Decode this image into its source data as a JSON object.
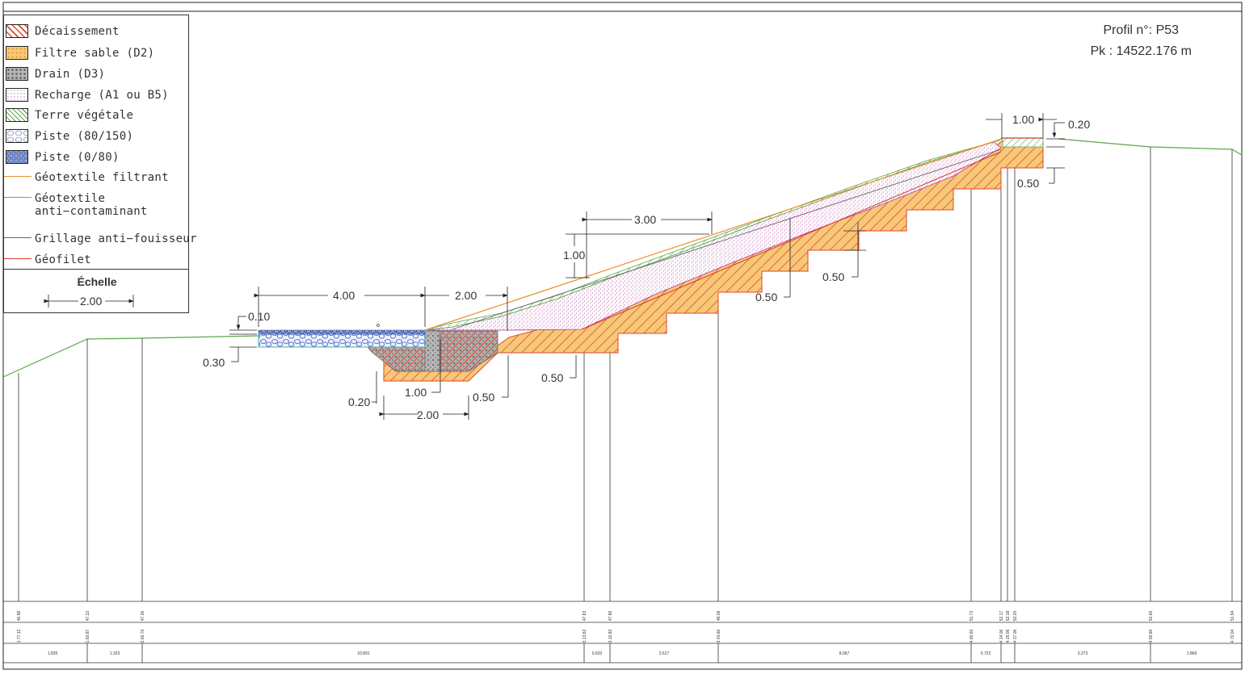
{
  "title": {
    "profil": "Profil n°: P53",
    "pk": "Pk : 14522.176 m"
  },
  "legend": {
    "items": [
      {
        "label": "Décaissement",
        "icon": "hatch-red-swatch",
        "kind": "swatch"
      },
      {
        "label": "Filtre sable (D2)",
        "icon": "sand-yellow-swatch",
        "kind": "swatch"
      },
      {
        "label": "Drain (D3)",
        "icon": "gravel-gray-swatch",
        "kind": "swatch"
      },
      {
        "label": "Recharge (A1 ou B5)",
        "icon": "dotted-purple-swatch",
        "kind": "swatch"
      },
      {
        "label": "Terre végétale",
        "icon": "hatch-green-swatch",
        "kind": "swatch"
      },
      {
        "label": "Piste (80/150)",
        "icon": "cobble-blue-swatch",
        "kind": "swatch"
      },
      {
        "label": "Piste (0/80)",
        "icon": "cobble-dark-blue-swatch",
        "kind": "swatch"
      },
      {
        "label": "Géotextile filtrant",
        "icon": "orange-line",
        "kind": "line",
        "color": "#e8902a"
      },
      {
        "label": "Géotextile\nanti−contaminant",
        "icon": "cyan-line",
        "kind": "line",
        "color": "#3fb0c0"
      },
      {
        "label": "Grillage anti−fouisseur",
        "icon": "gray-line",
        "kind": "line",
        "color": "#666666"
      },
      {
        "label": "Géofilet",
        "icon": "red-line",
        "kind": "line",
        "color": "#d83a2e"
      }
    ],
    "scale_title": "Échelle",
    "scale_value": "2.00"
  },
  "dimensions": {
    "d_4_00": "4.00",
    "d_2_00_top": "2.00",
    "d_0_10": "0.10",
    "d_0_30": "0.30",
    "d_0_20": "0.20",
    "d_1_00_ditch": "1.00",
    "d_2_00_bottom": "2.00",
    "d_0_50_ditch": "0.50",
    "d_0_50_step1": "0.50",
    "d_3_00": "3.00",
    "d_1_00_slope": "1.00",
    "d_0_50_step2": "0.50",
    "d_0_50_step3": "0.50",
    "d_1_00_crest": "1.00",
    "d_0_20_crest": "0.20",
    "d_0_50_crest": "0.50"
  },
  "table": {
    "row1": [
      "46.98",
      "47.22",
      "47.36",
      "47.83",
      "47.86",
      "48.08",
      "51.73",
      "52.17",
      "52.18",
      "52.20",
      "52.66",
      "51.94"
    ],
    "row2": [
      "1.77.12",
      "1.60.87",
      "2.66.70",
      "3.13.82",
      "3.16.82",
      "3.43.66",
      "4.60.66",
      "4.14.06",
      "4.15.06",
      "4.17.06",
      "4.50.66",
      "4.70.04"
    ],
    "row3": [
      "1.835",
      "1.333",
      "10.891",
      "0.620",
      "2.617",
      "8.067",
      "0.722",
      "3.273",
      "1.866"
    ]
  },
  "colors": {
    "sand": "#f6c26a",
    "hatch_red": "#e0462a",
    "recharge": "#b43aa0",
    "vegetal": "#5aa84a",
    "drain": "#8a8a8a",
    "piste": "#4a68b8",
    "terrain": "#5aa84a"
  }
}
